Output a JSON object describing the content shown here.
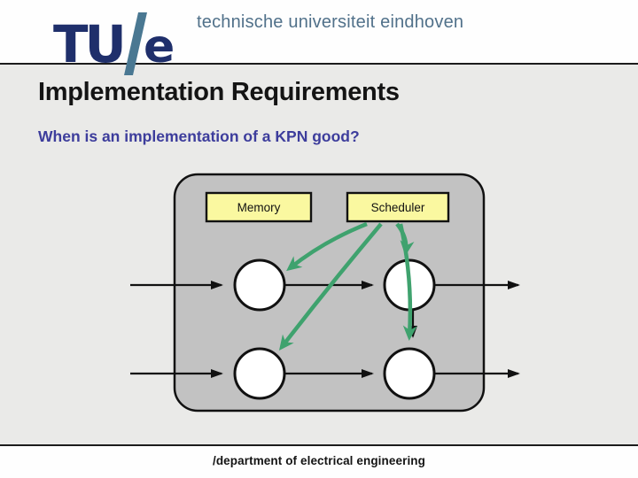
{
  "header": {
    "logo": {
      "tu": "TU",
      "e": "e"
    },
    "university": "technische universiteit eindhoven"
  },
  "slide": {
    "title": "Implementation Requirements",
    "subtitle": "When is an implementation of a KPN good?"
  },
  "diagram": {
    "memory_label": "Memory",
    "scheduler_label": "Scheduler",
    "process_node_count": 4,
    "colors": {
      "platform_fill": "#C2C2C2",
      "box_fill": "#FAF8A0",
      "node_fill": "#FFFFFF",
      "line_black": "#111111",
      "arrow_green": "#3FA26E"
    }
  },
  "footer": {
    "text": "/department of electrical engineering"
  },
  "theme": {
    "logo_navy": "#1F2F6B",
    "logo_slash_blue": "#4A7892",
    "university_text": "#51718A",
    "subtitle_blue": "#3D3D9C",
    "background": "#EAEAE8"
  }
}
